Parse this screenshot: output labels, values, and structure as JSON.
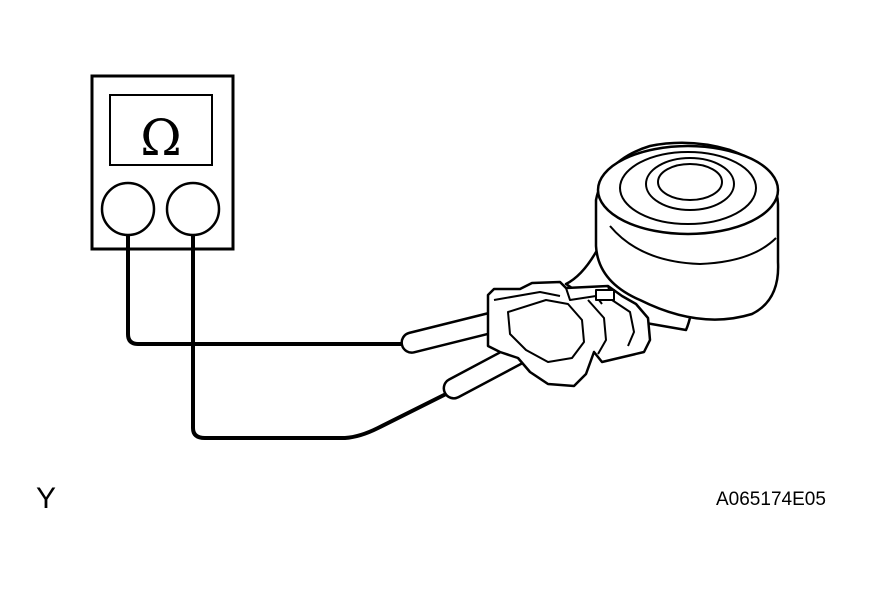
{
  "meter": {
    "display_symbol": "Ω"
  },
  "labels": {
    "corner_letter": "Y",
    "figure_code": "A065174E05"
  },
  "colors": {
    "line": "#000000",
    "background": "#ffffff"
  }
}
